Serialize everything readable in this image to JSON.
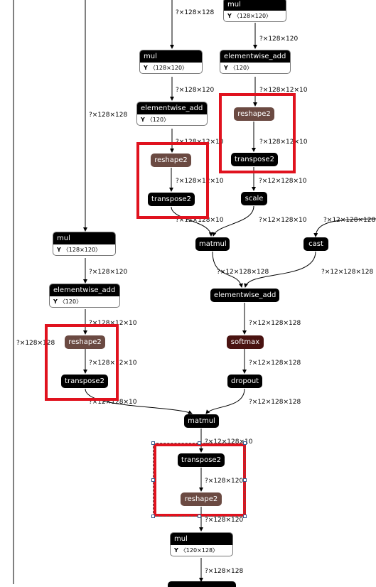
{
  "graph": {
    "nodes": {
      "mul_top": {
        "name": "mul",
        "attr_key": "Y",
        "attr_val": "〈128×120〉"
      },
      "mul_a": {
        "name": "mul",
        "attr_key": "Y",
        "attr_val": "〈128×120〉"
      },
      "ea_top": {
        "name": "elementwise_add",
        "attr_key": "Y",
        "attr_val": "〈120〉"
      },
      "ea_a": {
        "name": "elementwise_add",
        "attr_key": "Y",
        "attr_val": "〈120〉"
      },
      "reshape_a": "reshape2",
      "transpose_a": "transpose2",
      "reshape_b": "reshape2",
      "transpose_b": "transpose2",
      "scale": "scale",
      "matmul_1": "matmul",
      "cast": "cast",
      "ea_mid": "elementwise_add",
      "mul_left": {
        "name": "mul",
        "attr_key": "Y",
        "attr_val": "〈128×120〉"
      },
      "ea_left": {
        "name": "elementwise_add",
        "attr_key": "Y",
        "attr_val": "〈120〉"
      },
      "reshape_left": "reshape2",
      "transpose_left": "transpose2",
      "softmax": "softmax",
      "dropout": "dropout",
      "matmul_2": "matmul",
      "transpose_out": "transpose2",
      "reshape_out": "reshape2",
      "mul_out": {
        "name": "mul",
        "attr_key": "Y",
        "attr_val": "〈120×128〉"
      }
    },
    "edge_labels": {
      "e_mul_a_in": "?×128×128",
      "e_ea_top_in": "?×128×120",
      "e_ea_a_in": "?×128×120",
      "e_reshape_b_in": "?×128×12×10",
      "e_left_long": "?×128×128",
      "e_reshape_a_in": "?×128×12×10",
      "e_transpose_b_in": "?×128×12×10",
      "e_transpose_a_in": "?×128×12×10",
      "e_scale_in": "?×12×128×10",
      "e_matmul1_in_a": "?×12×128×10",
      "e_matmul1_in_b": "?×12×128×10",
      "e_cast_in": "?×12×128×128",
      "e_ea_mid_in_a": "?×12×128×128",
      "e_ea_mid_in_b": "?×12×128×128",
      "e_ea_left_in": "?×128×120",
      "e_reshape_left_in": "?×128×12×10",
      "e_far_left": "?×128×128",
      "e_softmax_in": "?×12×128×128",
      "e_transpose_left_in": "?×128×12×10",
      "e_dropout_in": "?×12×128×128",
      "e_matmul2_in_a": "?×12×128×10",
      "e_matmul2_in_b": "?×12×128×128",
      "e_transpose_out_in": "?×12×128×10",
      "e_reshape_out_in": "?×128×120",
      "e_mul_out_in": "?×128×120",
      "e_out": "?×128×128"
    }
  },
  "colors": {
    "op": "#000000",
    "reshape": "#6b4a42",
    "softmax": "#4a1311",
    "highlight": "#e0121e"
  }
}
